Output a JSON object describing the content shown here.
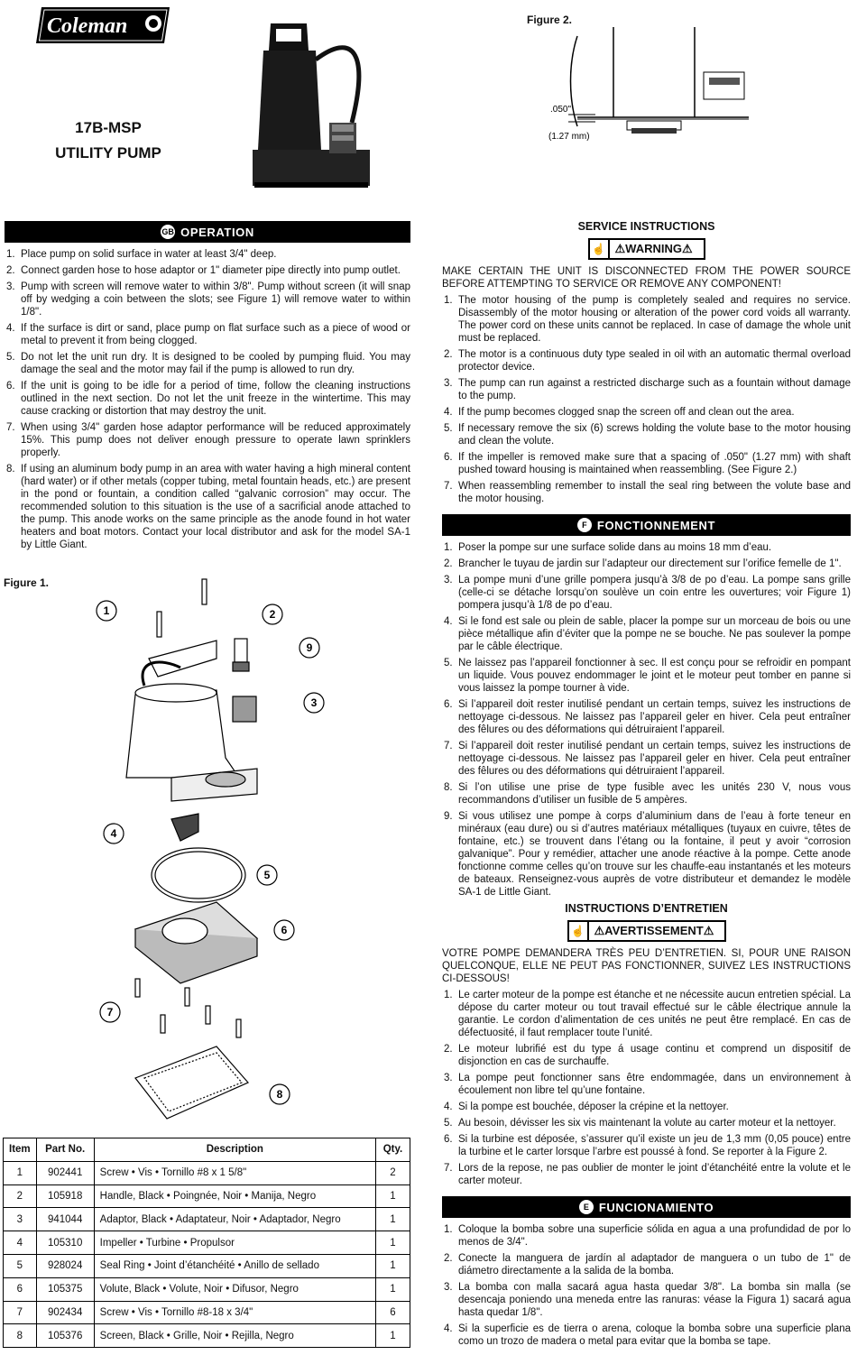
{
  "brand": "Coleman",
  "title": {
    "model": "17B-MSP",
    "name": "UTILITY PUMP"
  },
  "figure2_label": "Figure 2.",
  "figure2_gap": ".050\"",
  "figure2_gap_mm": "(1.27 mm)",
  "figure1_label": "Figure 1.",
  "callouts": [
    "1",
    "2",
    "9",
    "3",
    "4",
    "5",
    "6",
    "7",
    "8"
  ],
  "operation": {
    "flag": "GB",
    "heading": "OPERATION",
    "steps": [
      "Place pump on solid surface in water at least 3/4\" deep.",
      "Connect garden hose to hose adaptor or 1\" diameter pipe directly into pump outlet.",
      "Pump with screen will remove water to within 3/8\". Pump without screen (it will snap off by wedging a coin between the slots; see Figure 1) will remove water to within 1/8\".",
      "If the surface is dirt or sand, place pump on flat surface such as a piece of wood or metal to prevent it from being clogged.",
      "Do not let the unit run dry. It is designed to be cooled by pumping fluid. You may damage the seal and the motor may fail if the pump is allowed to run dry.",
      "If the unit is going to be idle for a period of time, follow the cleaning instructions outlined in the next section. Do not let the unit freeze in the wintertime. This may cause cracking or distortion that may destroy the unit.",
      "When using 3/4\" garden hose adaptor performance will be reduced approximately 15%. This pump does not deliver enough pressure to operate lawn sprinklers properly.",
      "If using an aluminum body pump in an area with water having a high mineral content (hard water) or if other metals (copper tubing, metal fountain heads, etc.) are present in the pond or fountain, a condition called “galvanic corrosion” may occur. The recommended solution to this situation is the use of a sacrificial anode attached to the pump. This anode works on the same principle as the anode found in hot water heaters and boat motors. Contact your local distributor and ask for the model SA-1 by Little Giant."
    ]
  },
  "service": {
    "heading": "SERVICE INSTRUCTIONS",
    "warning": "WARNING",
    "caution": "MAKE CERTAIN THE UNIT IS DISCONNECTED FROM THE POWER SOURCE BEFORE ATTEMPTING TO SERVICE OR REMOVE ANY COMPONENT!",
    "steps": [
      "The motor housing of the pump is completely sealed and requires no service. Disassembly of the motor housing or alteration of the power cord voids all warranty. The power cord on these units cannot be replaced. In case of damage the whole unit must be replaced.",
      "The motor is a continuous duty type sealed in oil with an automatic thermal overload protector device.",
      "The pump can run against a restricted discharge such as a fountain without damage to the pump.",
      "If the pump becomes clogged snap the screen off and clean out the area.",
      "If necessary remove the six (6) screws holding the volute base to the motor housing and clean the volute.",
      "If the impeller is removed make sure that a spacing of .050\" (1.27 mm) with shaft pushed toward housing is maintained when reassembling. (See Figure 2.)",
      "When reassembling remember to install the seal ring between the volute base and the motor housing."
    ]
  },
  "fonctionnement": {
    "flag": "F",
    "heading": "FONCTIONNEMENT",
    "steps": [
      "Poser la pompe sur une surface solide dans au moins 18 mm d’eau.",
      "Brancher le tuyau de jardin sur l’adapteur our directement sur l’orifice femelle de 1\".",
      "La pompe muni d’une grille pompera jusqu’à 3/8 de po d’eau. La pompe sans grille (celle-ci se détache lorsqu’on soulève un coin entre les ouvertures; voir Figure 1) pompera jusqu’à 1/8 de po d’eau.",
      "Si le fond est sale ou plein de sable, placer la pompe sur un morceau de bois ou une pièce métallique afin d’éviter que la pompe ne se bouche. Ne pas soulever la pompe par le câble électrique.",
      "Ne laissez pas l’appareil fonctionner à sec. Il est conçu pour se refroidir en pompant un liquide. Vous pouvez endommager le joint et le moteur peut tomber en panne si vous laissez la pompe tourner à vide.",
      "Si l’appareil doit rester inutilisé pendant un certain temps, suivez les instructions de nettoyage ci-dessous. Ne laissez pas l’appareil geler en hiver. Cela peut entraîner des fêlures ou des déformations qui détruiraient l’appareil.",
      "Si l’appareil doit rester inutilisé pendant un certain temps, suivez les instructions de nettoyage ci-dessous. Ne laissez pas l’appareil geler en hiver. Cela peut entraîner des fêlures ou des déformations qui détruiraient l’appareil.",
      "Si l’on utilise une prise de type fusible avec les unités 230 V, nous vous recommandons d’utiliser un fusible de 5 ampères.",
      "Si vous utilisez une pompe à corps d’aluminium dans de l’eau à forte teneur en minéraux (eau dure) ou si d’autres matériaux métalliques (tuyaux en cuivre, têtes de fontaine, etc.) se trouvent dans l’étang ou la fontaine, il peut y avoir “corrosion galvanique”. Pour y remédier, attacher une anode réactive à la pompe. Cette anode fonctionne comme celles qu’on trouve sur les chauffe-eau instantanés et les moteurs de bateaux. Renseignez-vous auprès de votre distributeur et demandez le modèle SA-1 de Little Giant."
    ]
  },
  "entretien": {
    "heading": "INSTRUCTIONS D’ENTRETIEN",
    "warning": "AVERTISSEMENT",
    "caution": "VOTRE POMPE DEMANDERA TRÈS PEU D’ENTRETIEN. SI, POUR UNE RAISON QUELCONQUE, ELLE NE PEUT PAS FONCTIONNER, SUIVEZ LES INSTRUCTIONS CI-DESSOUS!",
    "steps": [
      "Le carter moteur de la pompe est étanche et ne nécessite aucun entretien spécial. La dépose du carter moteur ou tout travail effectué sur le câble électrique annule la garantie. Le cordon d’alimentation de ces unités ne peut être remplacé. En cas de défectuosité, il faut remplacer toute l’unité.",
      "Le moteur lubrifié est du type á usage continu et comprend un dispositif de disjonction en cas de surchauffe.",
      "La pompe peut fonctionner sans être endommagée, dans un environnement à écoulement non libre tel qu’une fontaine.",
      "Si la pompe est bouchée, déposer la crépine et la nettoyer.",
      "Au besoin, dévisser les six vis maintenant la volute au carter moteur et la nettoyer.",
      "Si la turbine est déposée, s’assurer qu’il existe un jeu de 1,3 mm (0,05 pouce) entre la turbine et le carter lorsque l’arbre est poussé à fond. Se reporter à la Figure 2.",
      "Lors de la repose, ne pas oublier de monter le joint d’étanchéité entre la volute et le carter moteur."
    ]
  },
  "funcionamiento": {
    "flag": "E",
    "heading": "FUNCIONAMIENTO",
    "steps": [
      "Coloque la bomba sobre una superficie sólida en agua a una profundidad de por lo menos de 3/4\".",
      "Conecte la manguera de jardín al adaptador de manguera o un tubo de 1\" de diámetro directamente a la salida de la bomba.",
      "La bomba con malla sacará agua hasta quedar 3/8\". La bomba sin malla (se desencaja poniendo una meneda entre las ranuras: véase la Figura 1) sacará agua hasta quedar 1/8\".",
      "Si la superficie es de tierra o arena, coloque la bomba sobre una superficie plana como un trozo de madera o metal para evitar que la bomba se tape."
    ]
  },
  "parts_table": {
    "headers": [
      "Item",
      "Part No.",
      "Description",
      "Qty."
    ],
    "rows": [
      [
        "1",
        "902441",
        "Screw • Vis • Tornillo #8 x 1 5/8\"",
        "2"
      ],
      [
        "2",
        "105918",
        "Handle, Black • Poingnée, Noir • Manija, Negro",
        "1"
      ],
      [
        "3",
        "941044",
        "Adaptor, Black • Adaptateur, Noir • Adaptador, Negro",
        "1"
      ],
      [
        "4",
        "105310",
        "Impeller • Turbine • Propulsor",
        "1"
      ],
      [
        "5",
        "928024",
        "Seal Ring • Joint d’étanchéité • Anillo de sellado",
        "1"
      ],
      [
        "6",
        "105375",
        "Volute, Black • Volute, Noir • Difusor, Negro",
        "1"
      ],
      [
        "7",
        "902434",
        "Screw • Vis • Tornillo #8-18 x 3/4\"",
        "6"
      ],
      [
        "8",
        "105376",
        "Screen, Black • Grille, Noir • Rejilla, Negro",
        "1"
      ]
    ]
  }
}
